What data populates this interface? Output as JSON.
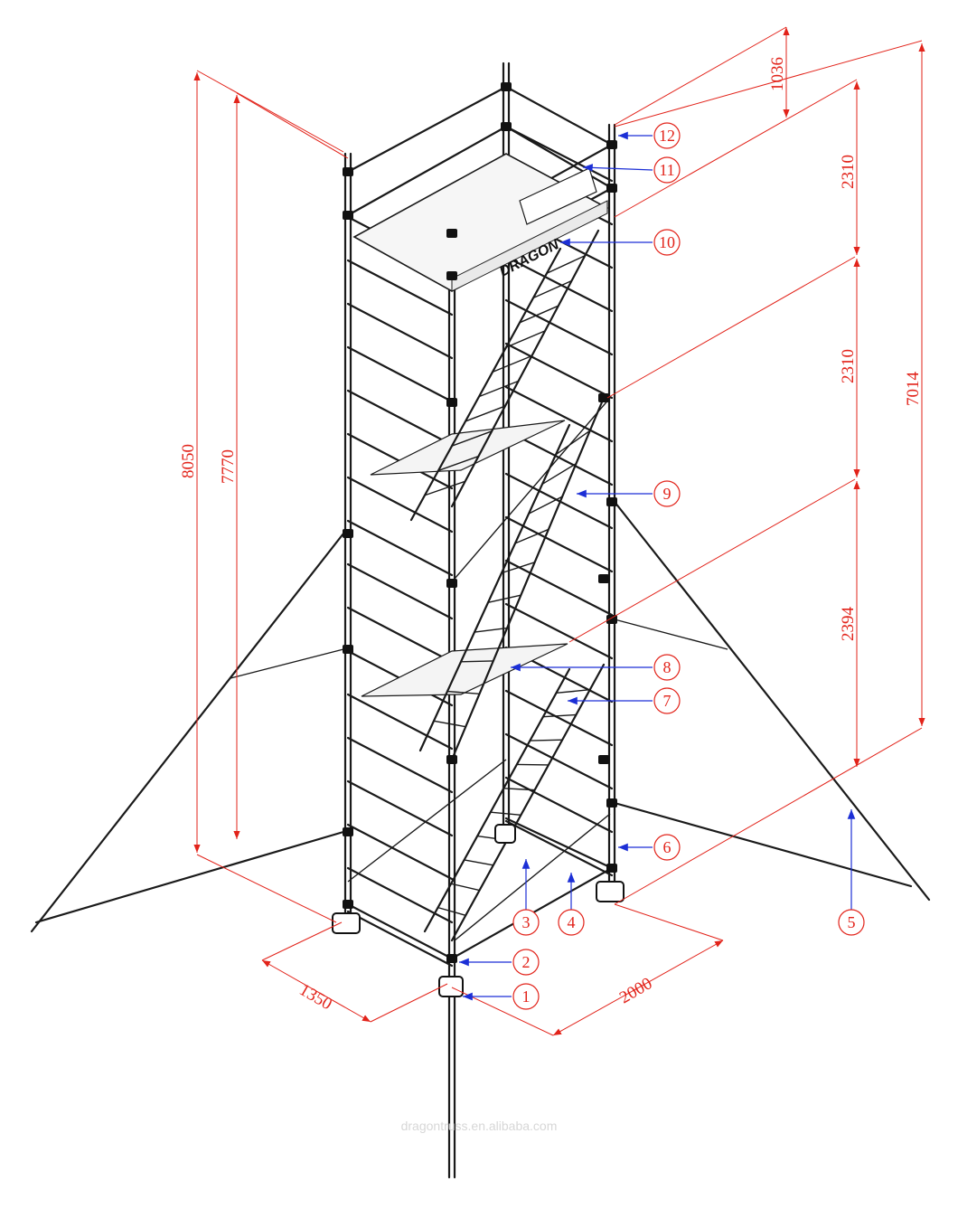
{
  "brand_label": "DRAGON",
  "watermark": "dragontruss.en.alibaba.com",
  "colors": {
    "dimension": "#e2231a",
    "leader": "#1c2fd6",
    "frame": "#1a1a1a"
  },
  "dimensions": {
    "overall_height": "8050",
    "platform_height": "7770",
    "top_segment": "1036",
    "stair_section_1": "2310",
    "stair_section_2": "2310",
    "stair_section_3": "2394",
    "total_stair_height": "7014",
    "base_width": "1350",
    "base_length": "2000"
  },
  "callouts": [
    "1",
    "2",
    "3",
    "4",
    "5",
    "6",
    "7",
    "8",
    "9",
    "10",
    "11",
    "12"
  ]
}
